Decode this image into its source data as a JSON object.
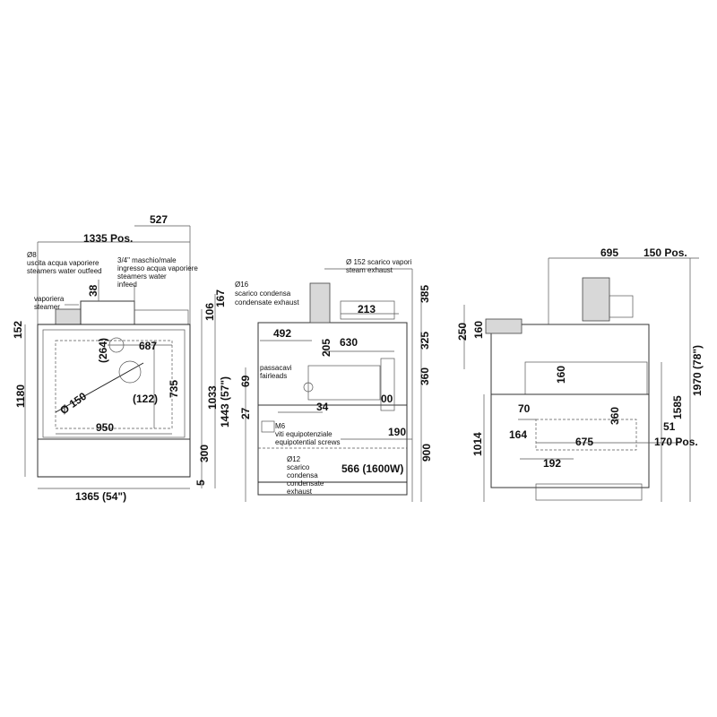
{
  "front_view": {
    "dims": {
      "d527": "527",
      "d1335": "1335 Pos.",
      "d38": "38",
      "d106": "106",
      "d167": "167",
      "d152": "152",
      "d687": "687",
      "d264": "(264)",
      "d735": "735",
      "d150": "Ø 150",
      "d122": "(122)",
      "d950": "950",
      "d1180": "1180",
      "d1033": "1033",
      "d1443": "1443 (57\")",
      "d300": "300",
      "d5": "5",
      "d1365": "1365 (54\")"
    },
    "notes": {
      "outfeed_1": "Ø8",
      "outfeed_2": "uscita acqua vaporiere",
      "outfeed_3": "steamers water outfeed",
      "infeed_1": "3/4\" maschio/male",
      "infeed_2": "ingresso acqua vaporiere",
      "infeed_3": "steamers water",
      "infeed_4": "infeed",
      "steamer_1": "vaporiera",
      "steamer_2": "steamer"
    }
  },
  "side_view": {
    "dims": {
      "d385": "385",
      "d213": "213",
      "d492": "492",
      "d630": "630",
      "d205": "205",
      "d325": "325",
      "d69": "69",
      "d360": "360",
      "d27": "27",
      "d34": "34",
      "d100": "00",
      "d190": "190",
      "d900": "900",
      "d566": "566 (1600W)"
    },
    "notes": {
      "exhaust_1": "Ø 152 scarico vapori",
      "exhaust_2": "steam exhaust",
      "cond_1": "Ø16",
      "cond_2": "scarico condensa",
      "cond_3": "condensate exhaust",
      "fair_1": "passacavi",
      "fair_2": "fairleads",
      "m6_1": "M6",
      "m6_2": "viti equipotenziale",
      "m6_3": "equipotential screws",
      "c12_1": "Ø12",
      "c12_2": "scarico",
      "c12_3": "condensa",
      "c12_4": "condensate",
      "c12_5": "exhaust"
    }
  },
  "rear_view": {
    "dims": {
      "d695": "695",
      "d150pos": "150 Pos.",
      "d250": "250",
      "d160a": "160",
      "d160b": "160",
      "d70": "70",
      "d360": "360",
      "d51": "51",
      "d164": "164",
      "d675": "675",
      "d170pos": "170 Pos.",
      "d1014": "1014",
      "d192": "192",
      "d1970": "1970 (78\")",
      "d1585": "1585"
    }
  }
}
